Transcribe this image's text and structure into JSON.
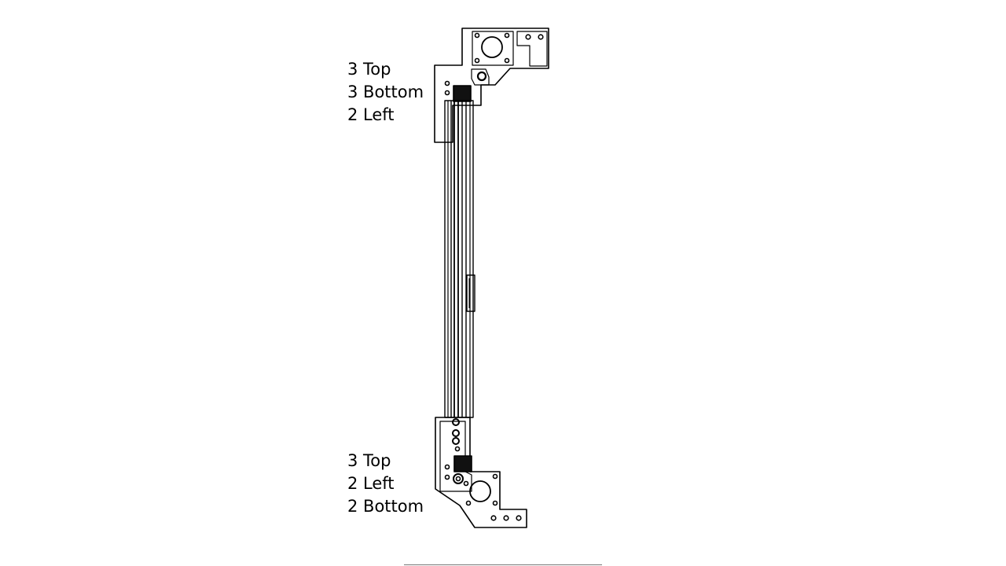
{
  "labels": {
    "top": [
      "3 Top",
      "3 Bottom",
      "2 Left"
    ],
    "bottom": [
      "3 Top",
      "2 Left",
      "2 Bottom"
    ]
  },
  "colors": {
    "line": "#000000",
    "background": "#ffffff"
  }
}
